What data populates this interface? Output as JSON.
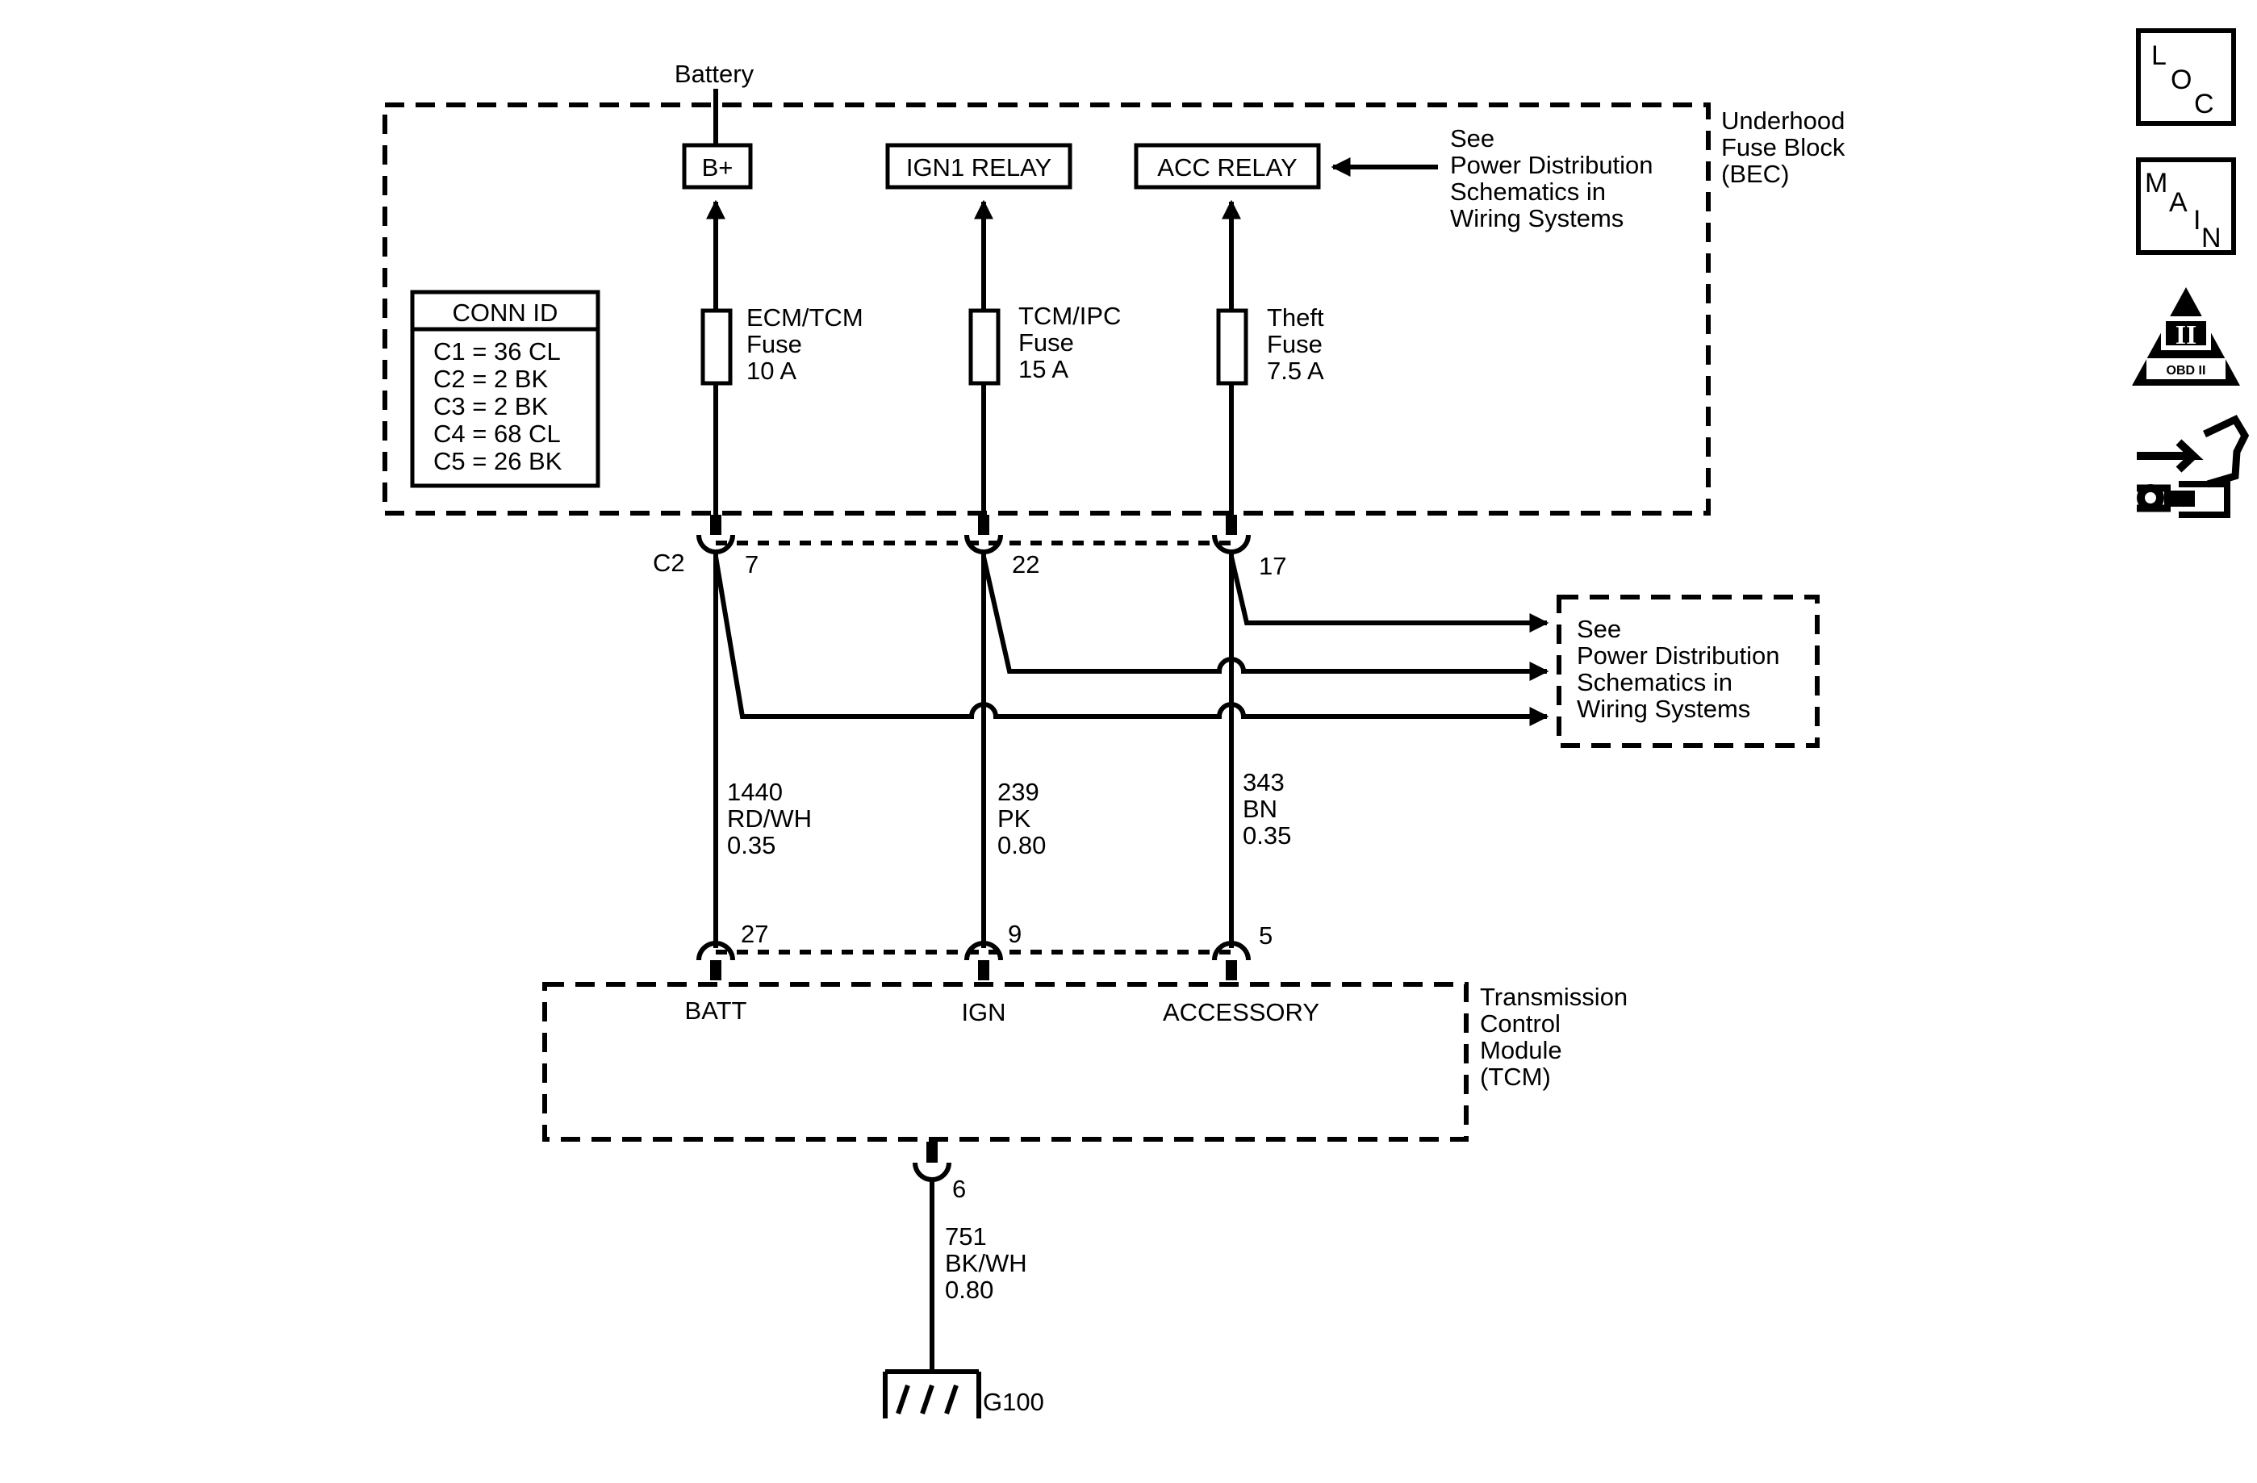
{
  "battery_label": "Battery",
  "fuse_block": {
    "terminals": {
      "bplus": "B+",
      "ign1": "IGN1 RELAY",
      "acc": "ACC RELAY"
    },
    "see_note": [
      "See",
      "Power Distribution",
      "Schematics in",
      "Wiring Systems"
    ],
    "title": [
      "Underhood",
      "Fuse Block",
      "(BEC)"
    ],
    "fuses": [
      {
        "lines": [
          "ECM/TCM",
          "Fuse",
          "10 A"
        ]
      },
      {
        "lines": [
          "TCM/IPC",
          "Fuse",
          "15 A"
        ]
      },
      {
        "lines": [
          "Theft",
          "Fuse",
          "7.5 A"
        ]
      }
    ],
    "conn_id": {
      "header": "CONN ID",
      "rows": [
        "C1 = 36 CL",
        "C2 = 2 BK",
        "C3 = 2 BK",
        "C4 = 68 CL",
        "C5 = 26 BK"
      ]
    }
  },
  "connector_c2": {
    "name": "C2",
    "pins": [
      "7",
      "22",
      "17"
    ]
  },
  "power_dist_note": [
    "See",
    "Power Distribution",
    "Schematics in",
    "Wiring Systems"
  ],
  "wires": [
    {
      "lines": [
        "1440",
        "RD/WH",
        "0.35"
      ]
    },
    {
      "lines": [
        "239",
        "PK",
        "0.80"
      ]
    },
    {
      "lines": [
        "343",
        "BN",
        "0.35"
      ]
    }
  ],
  "tcm": {
    "pins": [
      "27",
      "9",
      "5"
    ],
    "terminals": [
      "BATT",
      "IGN",
      "ACCESSORY"
    ],
    "title": [
      "Transmission",
      "Control",
      "Module",
      "(TCM)"
    ],
    "ground_pin": "6"
  },
  "ground_wire": {
    "lines": [
      "751",
      "BK/WH",
      "0.80"
    ]
  },
  "ground": "G100",
  "nav": {
    "loc": [
      "L",
      "O",
      "C"
    ],
    "main": [
      "M",
      "A",
      "I",
      "N"
    ],
    "obd": {
      "numeral": "II",
      "label": "OBD II"
    }
  }
}
